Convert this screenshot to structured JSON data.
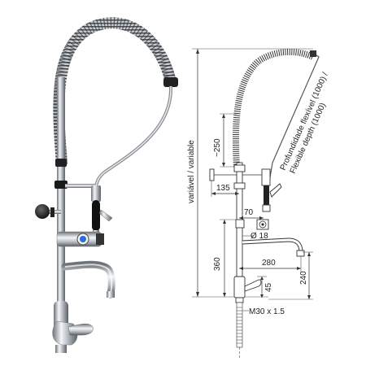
{
  "dimensions": {
    "height_variable": "variável / variable",
    "flexible_depth": "Profundidade flexível (1000) /",
    "flexible_depth_en": "Flexible depth (1000)",
    "spring_length": "~250",
    "wall_offset": "135",
    "valve_offset": "70",
    "pipe_diameter": "Ø 18",
    "height_360": "360",
    "spout_reach": "280",
    "spout_height": "240",
    "mixer_height": "45",
    "thread": "M30 x 1.5"
  }
}
